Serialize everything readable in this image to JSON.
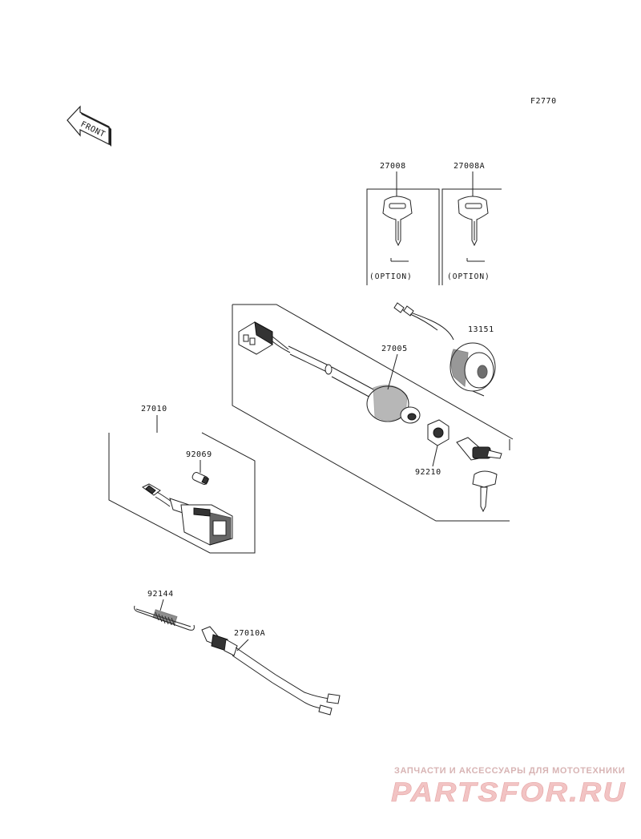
{
  "diagram": {
    "code": "F2770",
    "front_label": "FRONT",
    "parts": {
      "key_a": {
        "number": "27008",
        "note": "(OPTION)"
      },
      "key_b": {
        "number": "27008A",
        "note": "(OPTION)"
      },
      "cap": {
        "number": "13151"
      },
      "ignition_switch": {
        "number": "27005"
      },
      "nut": {
        "number": "92210"
      },
      "switch_assy": {
        "number": "27010"
      },
      "bulb": {
        "number": "92069"
      },
      "spring": {
        "number": "92144"
      },
      "lanyard_switch": {
        "number": "27010A"
      }
    }
  },
  "watermark": {
    "tagline": "ЗАПЧАСТИ И АКСЕССУАРЫ ДЛЯ МОТОТЕХНИКИ",
    "brand": "PARTSFOR.RU"
  }
}
